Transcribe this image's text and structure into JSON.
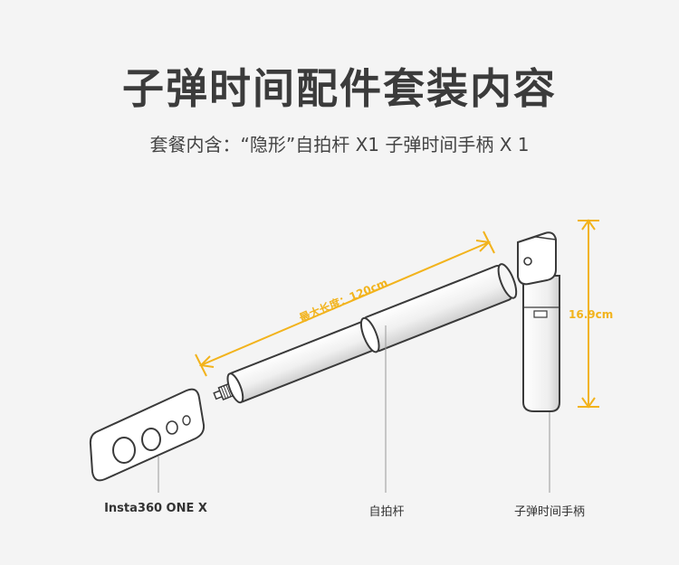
{
  "header": {
    "title": "子弹时间配件套装内容",
    "subtitle": "套餐内含：“隐形”自拍杆 X1  子弹时间手柄 X 1"
  },
  "dimensions": {
    "stick_length": "最大长度：120cm",
    "handle_height": "16.9cm"
  },
  "labels": {
    "camera": "Insta360 ONE X",
    "stick": "自拍杆",
    "handle": "子弹时间手柄"
  },
  "colors": {
    "accent": "#f2b31c",
    "outline": "#3a3a3a",
    "background": "#f4f4f4"
  }
}
